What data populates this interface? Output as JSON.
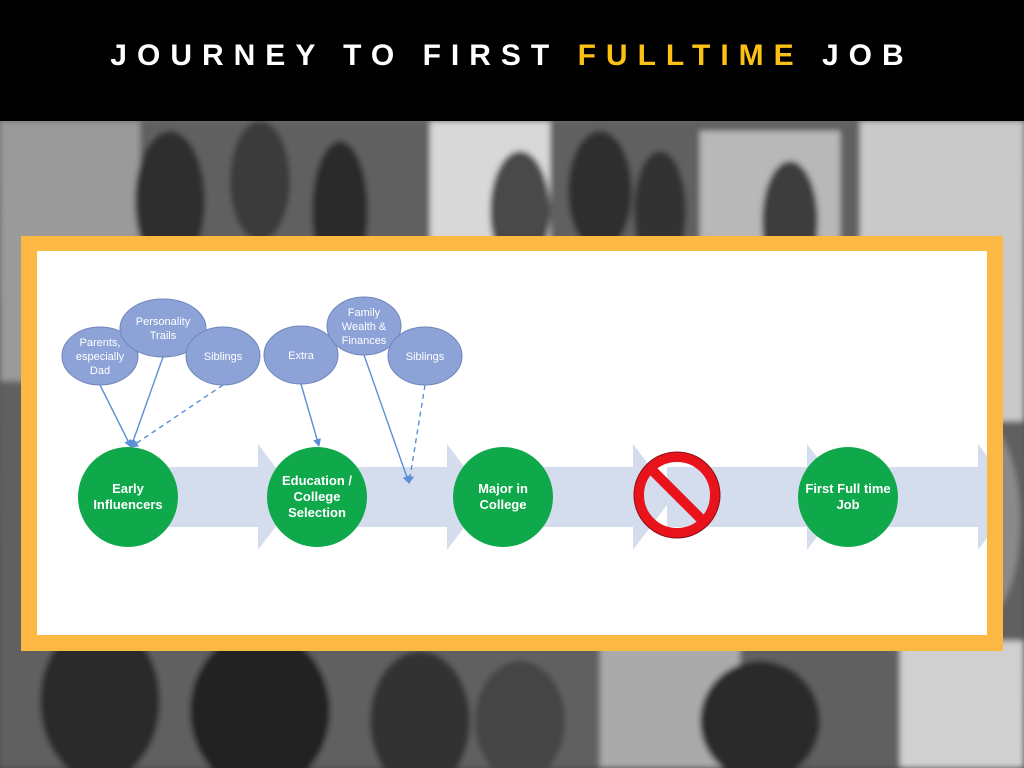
{
  "header": {
    "title_part1": "JOURNEY TO FIRST ",
    "title_highlight": "FULLTIME",
    "title_part2": " JOB"
  },
  "colors": {
    "header_bg": "#000000",
    "title": "#ffffff",
    "highlight": "#fbc215",
    "frame": "#fbb944",
    "stage_circle": "#0fa84a",
    "arrow": "#d3ddee",
    "influence_bubble": "#8da3d8",
    "bubble_border": "#6f85bb",
    "connector": "#5b8fd6",
    "no_symbol": "#e8131b"
  },
  "diagram": {
    "stages": [
      {
        "label": [
          "Early",
          "Influencers"
        ]
      },
      {
        "label": [
          "Education /",
          "College",
          "Selection"
        ]
      },
      {
        "label": [
          "Major in",
          "College"
        ]
      },
      {
        "label": [],
        "icon": "no-symbol-icon"
      },
      {
        "label": [
          "First Full time",
          "Job"
        ]
      }
    ],
    "influences": [
      {
        "label": [
          "Parents,",
          "especially",
          "Dad"
        ],
        "stage": 0,
        "style": "solid"
      },
      {
        "label": [
          "Personality",
          "Trails"
        ],
        "stage": 0,
        "style": "solid"
      },
      {
        "label": [
          "Siblings"
        ],
        "stage": 0,
        "style": "dashed"
      },
      {
        "label": [
          "Extra"
        ],
        "stage": 1,
        "style": "solid"
      },
      {
        "label": [
          "Family",
          "Wealth &",
          "Finances"
        ],
        "stage": 1,
        "style": "solid"
      },
      {
        "label": [
          "Siblings"
        ],
        "stage": 1,
        "style": "dashed"
      }
    ]
  }
}
